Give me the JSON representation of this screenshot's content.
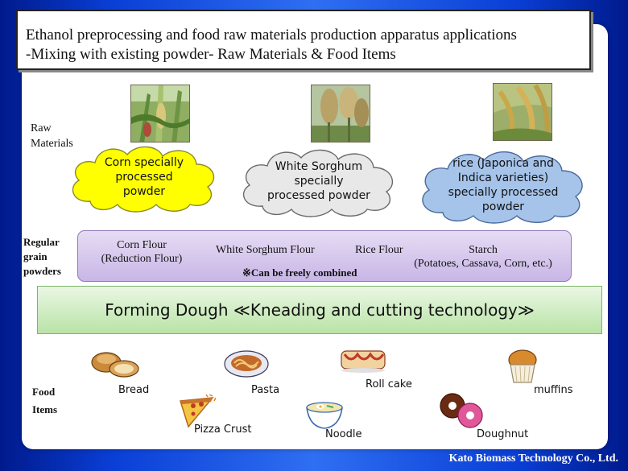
{
  "title": {
    "line1": "Ethanol preprocessing and food raw materials production apparatus applications",
    "line2": "-Mixing with existing powder- Raw Materials & Food Items"
  },
  "labels": {
    "raw_line1": "Raw",
    "raw_line2": "Materials",
    "regular_line1": "Regular",
    "regular_line2": "grain",
    "regular_line3": "powders",
    "food_line1": "Food",
    "food_line2": "Items"
  },
  "raw_materials": [
    {
      "line1": "Corn specially",
      "line2": "processed",
      "line3": "powder",
      "color": "#ffff00"
    },
    {
      "line1": "White Sorghum",
      "line2": "specially",
      "line3": "processed powder",
      "color": "#e8e8e8"
    },
    {
      "line1": "rice (Japonica and",
      "line2": "Indica varieties)",
      "line3": "specially processed",
      "line4": "powder",
      "color": "#a6c4ea"
    }
  ],
  "powders": {
    "corn_line1": "Corn Flour",
    "corn_line2": "(Reduction Flour)",
    "sorghum": "White Sorghum Flour",
    "rice": "Rice Flour",
    "starch_line1": "Starch",
    "starch_line2": "(Potatoes, Cassava, Corn, etc.)",
    "note": "※Can be freely combined"
  },
  "process": {
    "label": "Forming Dough ≪Kneading and cutting technology≫"
  },
  "foods": {
    "bread": "Bread",
    "pasta": "Pasta",
    "roll_cake": "Roll cake",
    "muffins": "muffins",
    "pizza": "Pizza Crust",
    "noodle": "Noodle",
    "doughnut": "Doughnut"
  },
  "footer": "Kato Biomass Technology Co., Ltd."
}
